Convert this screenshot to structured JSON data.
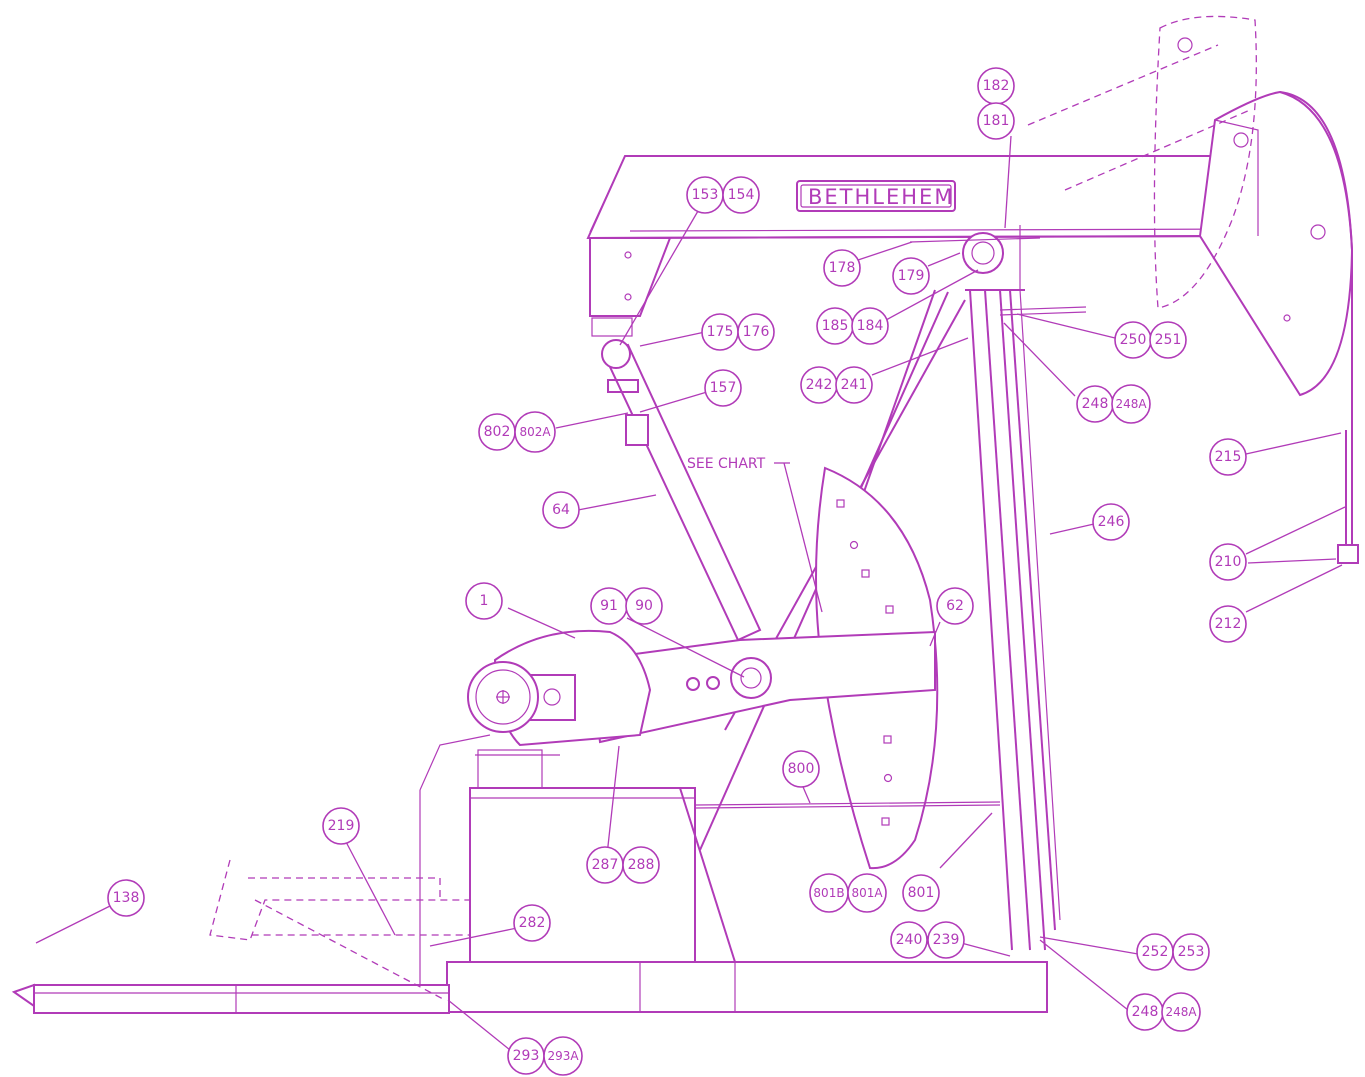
{
  "colors": {
    "ink": "#b13bb8",
    "paper": "#ffffff"
  },
  "drawing": {
    "brand_plate": "BETHLEHEM",
    "note": "SEE CHART"
  },
  "callouts": [
    {
      "id": "c182",
      "label": "182"
    },
    {
      "id": "c181",
      "label": "181"
    },
    {
      "id": "c153",
      "label": "153"
    },
    {
      "id": "c154",
      "label": "154"
    },
    {
      "id": "c178",
      "label": "178"
    },
    {
      "id": "c179",
      "label": "179"
    },
    {
      "id": "c175",
      "label": "175"
    },
    {
      "id": "c176",
      "label": "176"
    },
    {
      "id": "c185",
      "label": "185"
    },
    {
      "id": "c184",
      "label": "184"
    },
    {
      "id": "c250",
      "label": "250"
    },
    {
      "id": "c251",
      "label": "251"
    },
    {
      "id": "c157",
      "label": "157"
    },
    {
      "id": "c242",
      "label": "242"
    },
    {
      "id": "c241",
      "label": "241"
    },
    {
      "id": "c248a",
      "label": "248"
    },
    {
      "id": "c248Aa",
      "label": "248A"
    },
    {
      "id": "c802",
      "label": "802"
    },
    {
      "id": "c802A",
      "label": "802A"
    },
    {
      "id": "c215",
      "label": "215"
    },
    {
      "id": "c64",
      "label": "64"
    },
    {
      "id": "c246",
      "label": "246"
    },
    {
      "id": "c210",
      "label": "210"
    },
    {
      "id": "c212",
      "label": "212"
    },
    {
      "id": "c1",
      "label": "1"
    },
    {
      "id": "c91",
      "label": "91"
    },
    {
      "id": "c90",
      "label": "90"
    },
    {
      "id": "c62",
      "label": "62"
    },
    {
      "id": "c800",
      "label": "800"
    },
    {
      "id": "c219",
      "label": "219"
    },
    {
      "id": "c287",
      "label": "287"
    },
    {
      "id": "c288",
      "label": "288"
    },
    {
      "id": "c801B",
      "label": "801B"
    },
    {
      "id": "c801A",
      "label": "801A"
    },
    {
      "id": "c801",
      "label": "801"
    },
    {
      "id": "c138",
      "label": "138"
    },
    {
      "id": "c282",
      "label": "282"
    },
    {
      "id": "c240",
      "label": "240"
    },
    {
      "id": "c239",
      "label": "239"
    },
    {
      "id": "c252",
      "label": "252"
    },
    {
      "id": "c253",
      "label": "253"
    },
    {
      "id": "c248b",
      "label": "248"
    },
    {
      "id": "c248Ab",
      "label": "248A"
    },
    {
      "id": "c293",
      "label": "293"
    },
    {
      "id": "c293A",
      "label": "293A"
    }
  ]
}
